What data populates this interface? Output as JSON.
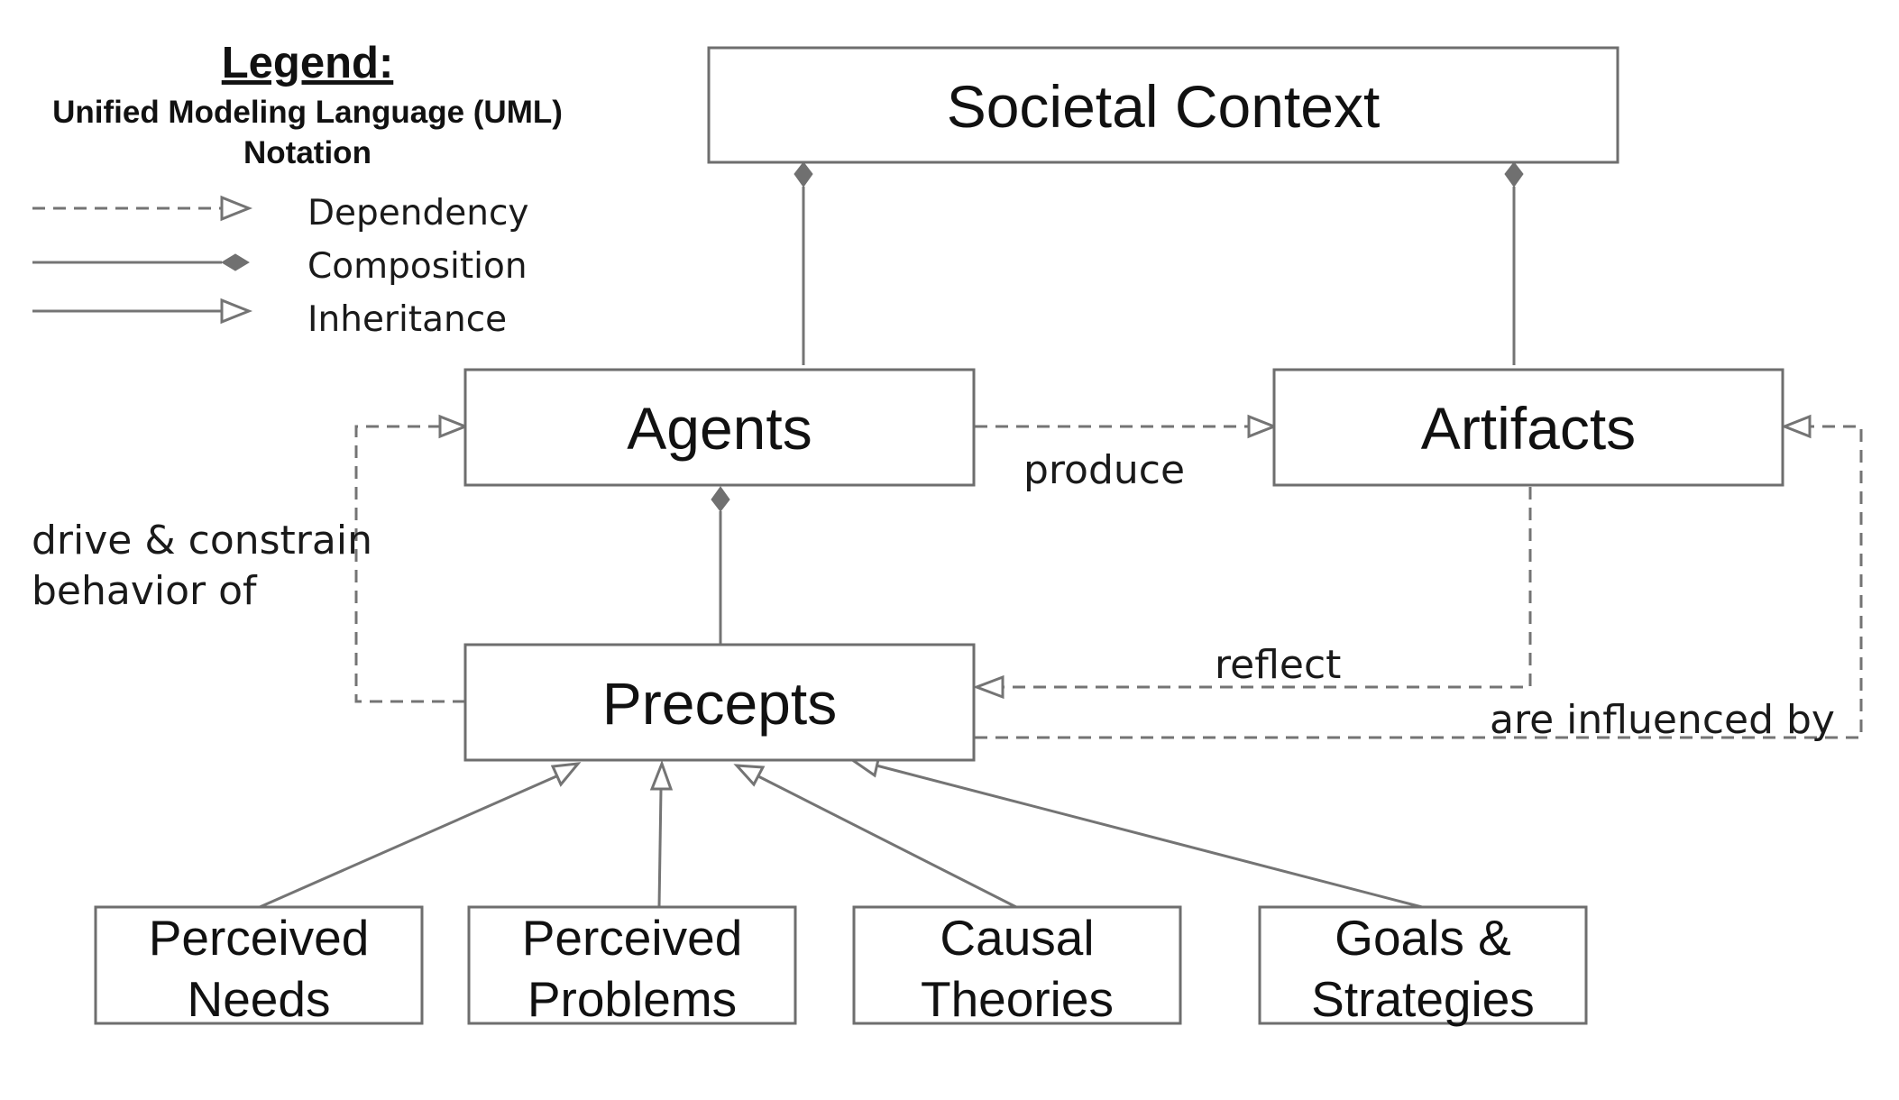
{
  "legend": {
    "title": "Legend:",
    "subtitle_line1": "Unified Modeling Language (UML)",
    "subtitle_line2": "Notation",
    "items": {
      "dependency": "Dependency",
      "composition": "Composition",
      "inheritance": "Inheritance"
    }
  },
  "nodes": {
    "societal_context": "Societal Context",
    "agents": "Agents",
    "artifacts": "Artifacts",
    "precepts": "Precepts",
    "perceived_needs": {
      "line1": "Perceived",
      "line2": "Needs"
    },
    "perceived_problems": {
      "line1": "Perceived",
      "line2": "Problems"
    },
    "causal_theories": {
      "line1": "Causal",
      "line2": "Theories"
    },
    "goals_strategies": {
      "line1": "Goals &",
      "line2": "Strategies"
    }
  },
  "edge_labels": {
    "produce": "produce",
    "drive_line1": "drive & constrain",
    "drive_line2": "behavior of",
    "reflect": "reflect",
    "influenced": "are influenced by"
  },
  "colors": {
    "line": "#747474",
    "box_border": "#6e6e6e",
    "text": "#111111"
  }
}
